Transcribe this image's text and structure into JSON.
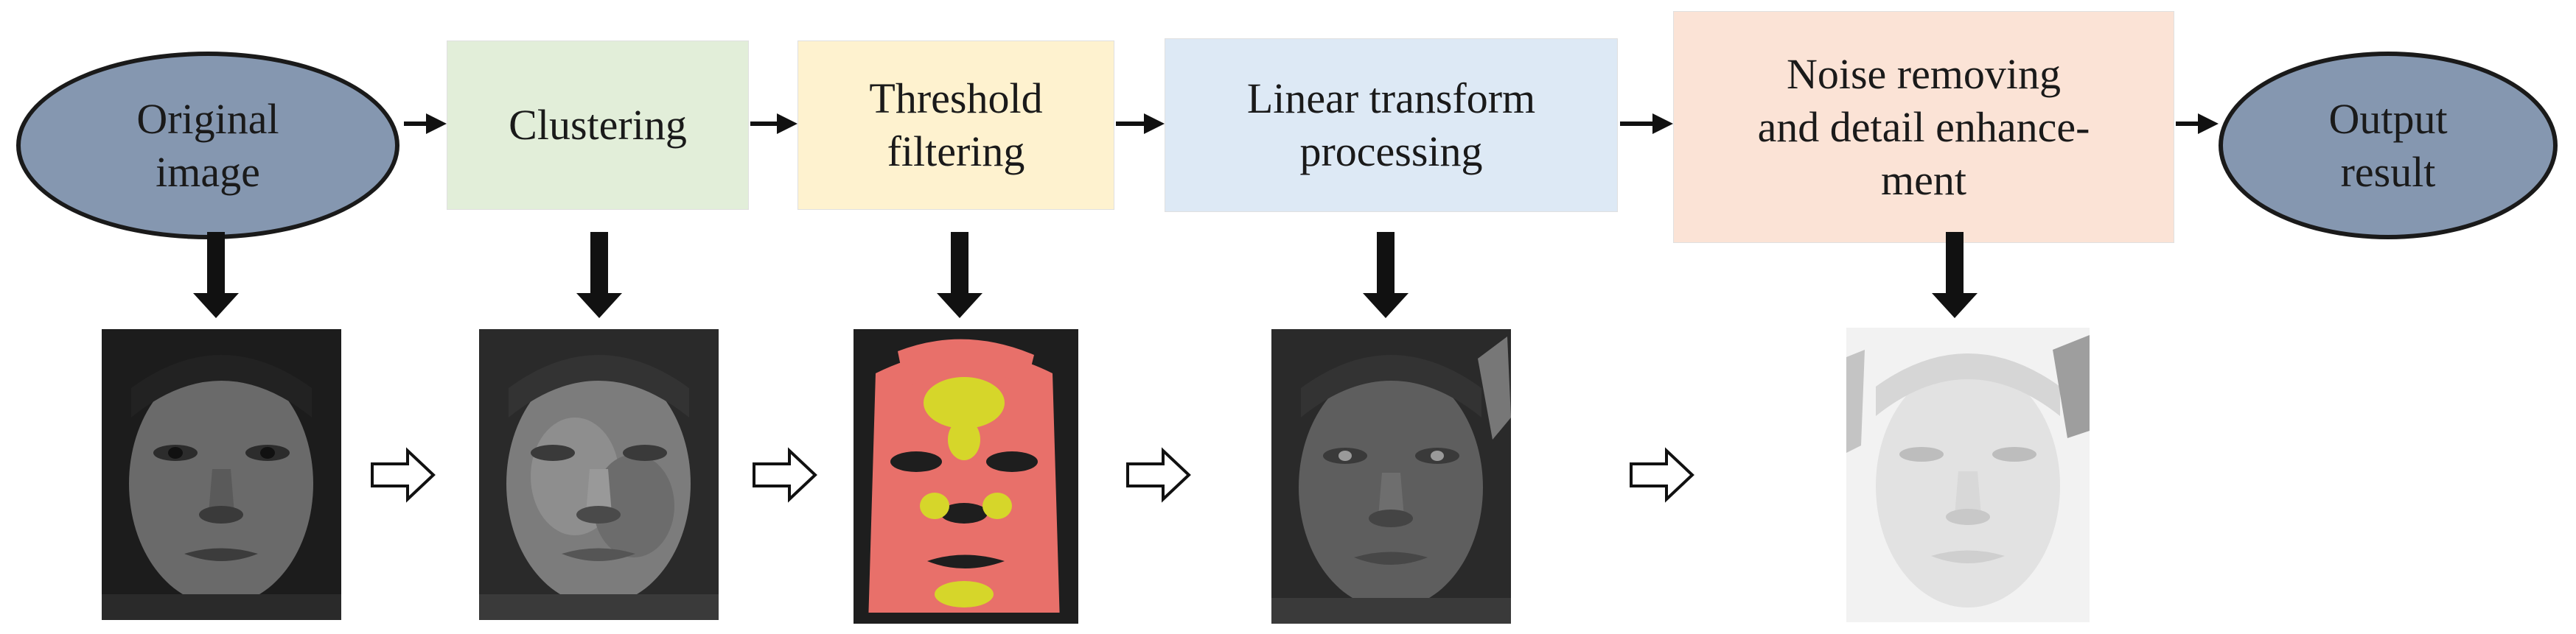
{
  "nodes": {
    "original": "Original\nimage",
    "clustering": "Clustering",
    "threshold": "Threshold\nfiltering",
    "linear": "Linear transform\nprocessing",
    "noise": "Noise removing\nand detail enhance-\nment",
    "output": "Output\nresult"
  },
  "colors": {
    "ellipse_fill": "#8597b0",
    "clustering_fill": "#e2eed9",
    "threshold_fill": "#fef2cf",
    "linear_fill": "#dde9f5",
    "noise_fill": "#fbe3d6",
    "face_threshold_red": "#e8706a",
    "face_threshold_yellow": "#d6d62a"
  },
  "icons": {
    "flow_arrow": "arrow-right-icon",
    "down_arrow": "arrow-down-icon",
    "hollow_arrow": "hollow-arrow-right-icon"
  }
}
